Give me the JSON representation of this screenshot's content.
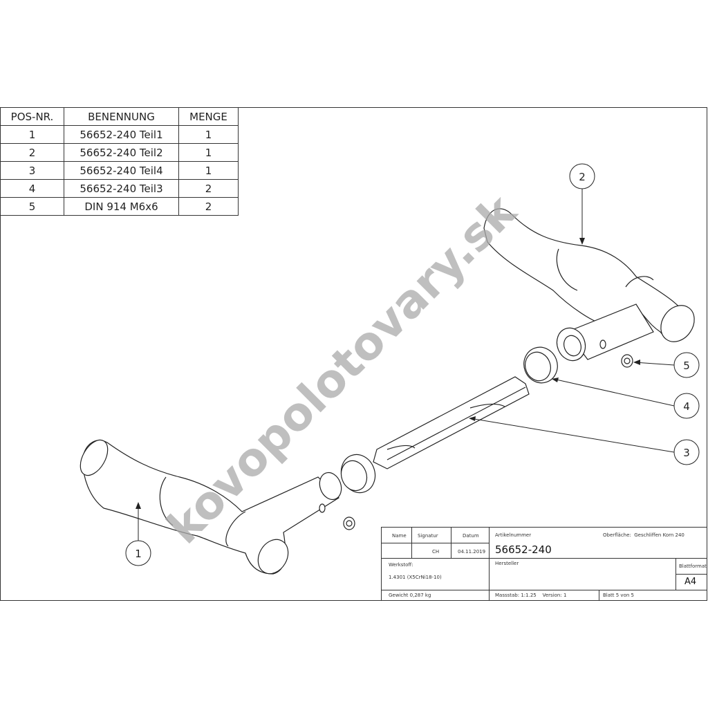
{
  "bom": {
    "headers": [
      "POS-NR.",
      "BENENNUNG",
      "MENGE"
    ],
    "rows": [
      {
        "pos": "1",
        "name": "56652-240 Teil1",
        "qty": "1"
      },
      {
        "pos": "2",
        "name": "56652-240 Teil2",
        "qty": "1"
      },
      {
        "pos": "3",
        "name": "56652-240 Teil4",
        "qty": "1"
      },
      {
        "pos": "4",
        "name": "56652-240 Teil3",
        "qty": "2"
      },
      {
        "pos": "5",
        "name": "DIN 914 M6x6",
        "qty": "2"
      }
    ]
  },
  "balloons": [
    "1",
    "2",
    "3",
    "4",
    "5"
  ],
  "watermark": "kovopolotovary.sk",
  "title_block": {
    "name_label": "Name",
    "signatur_label": "Signatur",
    "datum_label": "Datum",
    "signatur": "CH",
    "datum": "04.11.2019",
    "artikelnummer_label": "Artikelnummer",
    "artikelnummer": "56652-240",
    "oberflaeche": "Oberfläche:  Geschliffen Korn 240",
    "werkstoff_label": "Werkstoff:",
    "werkstoff": "1.4301 (X5CrNi18-10)",
    "hersteller_label": "Hersteller",
    "blattformat_label": "Blattformat",
    "blattformat": "A4",
    "gewicht": "Gewicht 0,287 kg",
    "massstab": "Massstab: 1:1.25    Version: 1",
    "blatt": "Blatt 5 von 5"
  }
}
